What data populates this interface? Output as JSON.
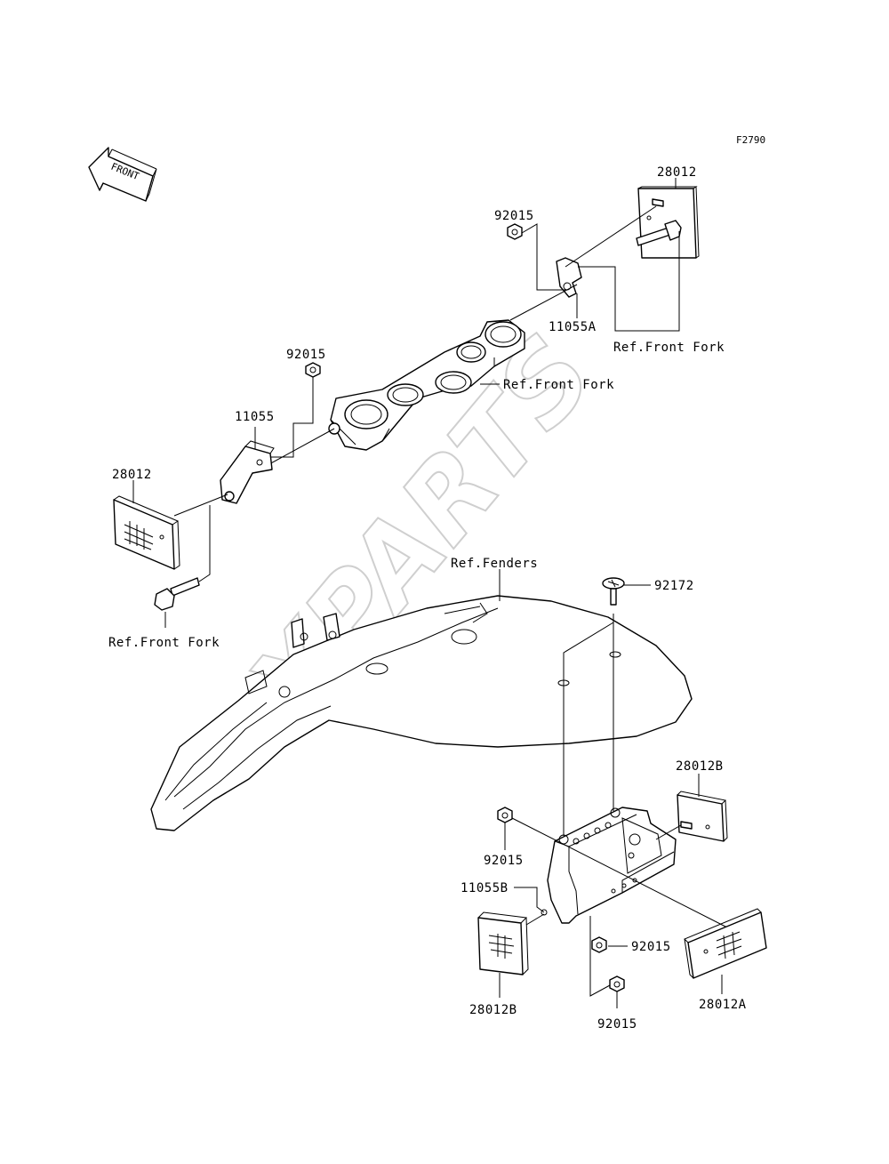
{
  "figure_code": "F2790",
  "front_arrow": "FRONT",
  "watermark": "XPARTS",
  "labels": {
    "p28012_top": "28012",
    "p92015_top": "92015",
    "p11055A": "11055A",
    "ref_front_fork_top": "Ref.Front Fork",
    "p92015_mid": "92015",
    "ref_front_fork_mid": "Ref.Front Fork",
    "p11055": "11055",
    "p28012_left": "28012",
    "ref_front_fork_left": "Ref.Front Fork",
    "ref_fenders": "Ref.Fenders",
    "p92172": "92172",
    "p28012B_right": "28012B",
    "p92015_bracket": "92015",
    "p11055B": "11055B",
    "p92015_lower": "92015",
    "p28012B_bottom": "28012B",
    "p28012A": "28012A",
    "p92015_bottom": "92015"
  }
}
